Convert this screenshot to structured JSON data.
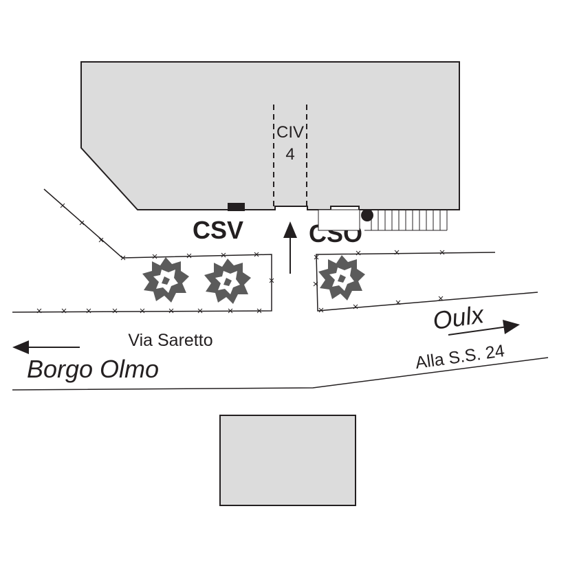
{
  "labels": {
    "civ": "CIV",
    "civ_number": "4",
    "csv": "CSV",
    "cso": "CSO",
    "street": "Via Saretto",
    "west_destination": "Borgo Olmo",
    "east_destination": "Oulx",
    "east_road": "Alla S.S. 24"
  },
  "colors": {
    "building_fill": "#dcdcdc",
    "line": "#231f20",
    "tree": "#5b5b5b"
  },
  "icons": {
    "trees": "tree-icon",
    "arrows": "arrow-icon",
    "cso_marker": "filled-circle-icon",
    "csv_marker": "filled-rectangle-icon"
  }
}
